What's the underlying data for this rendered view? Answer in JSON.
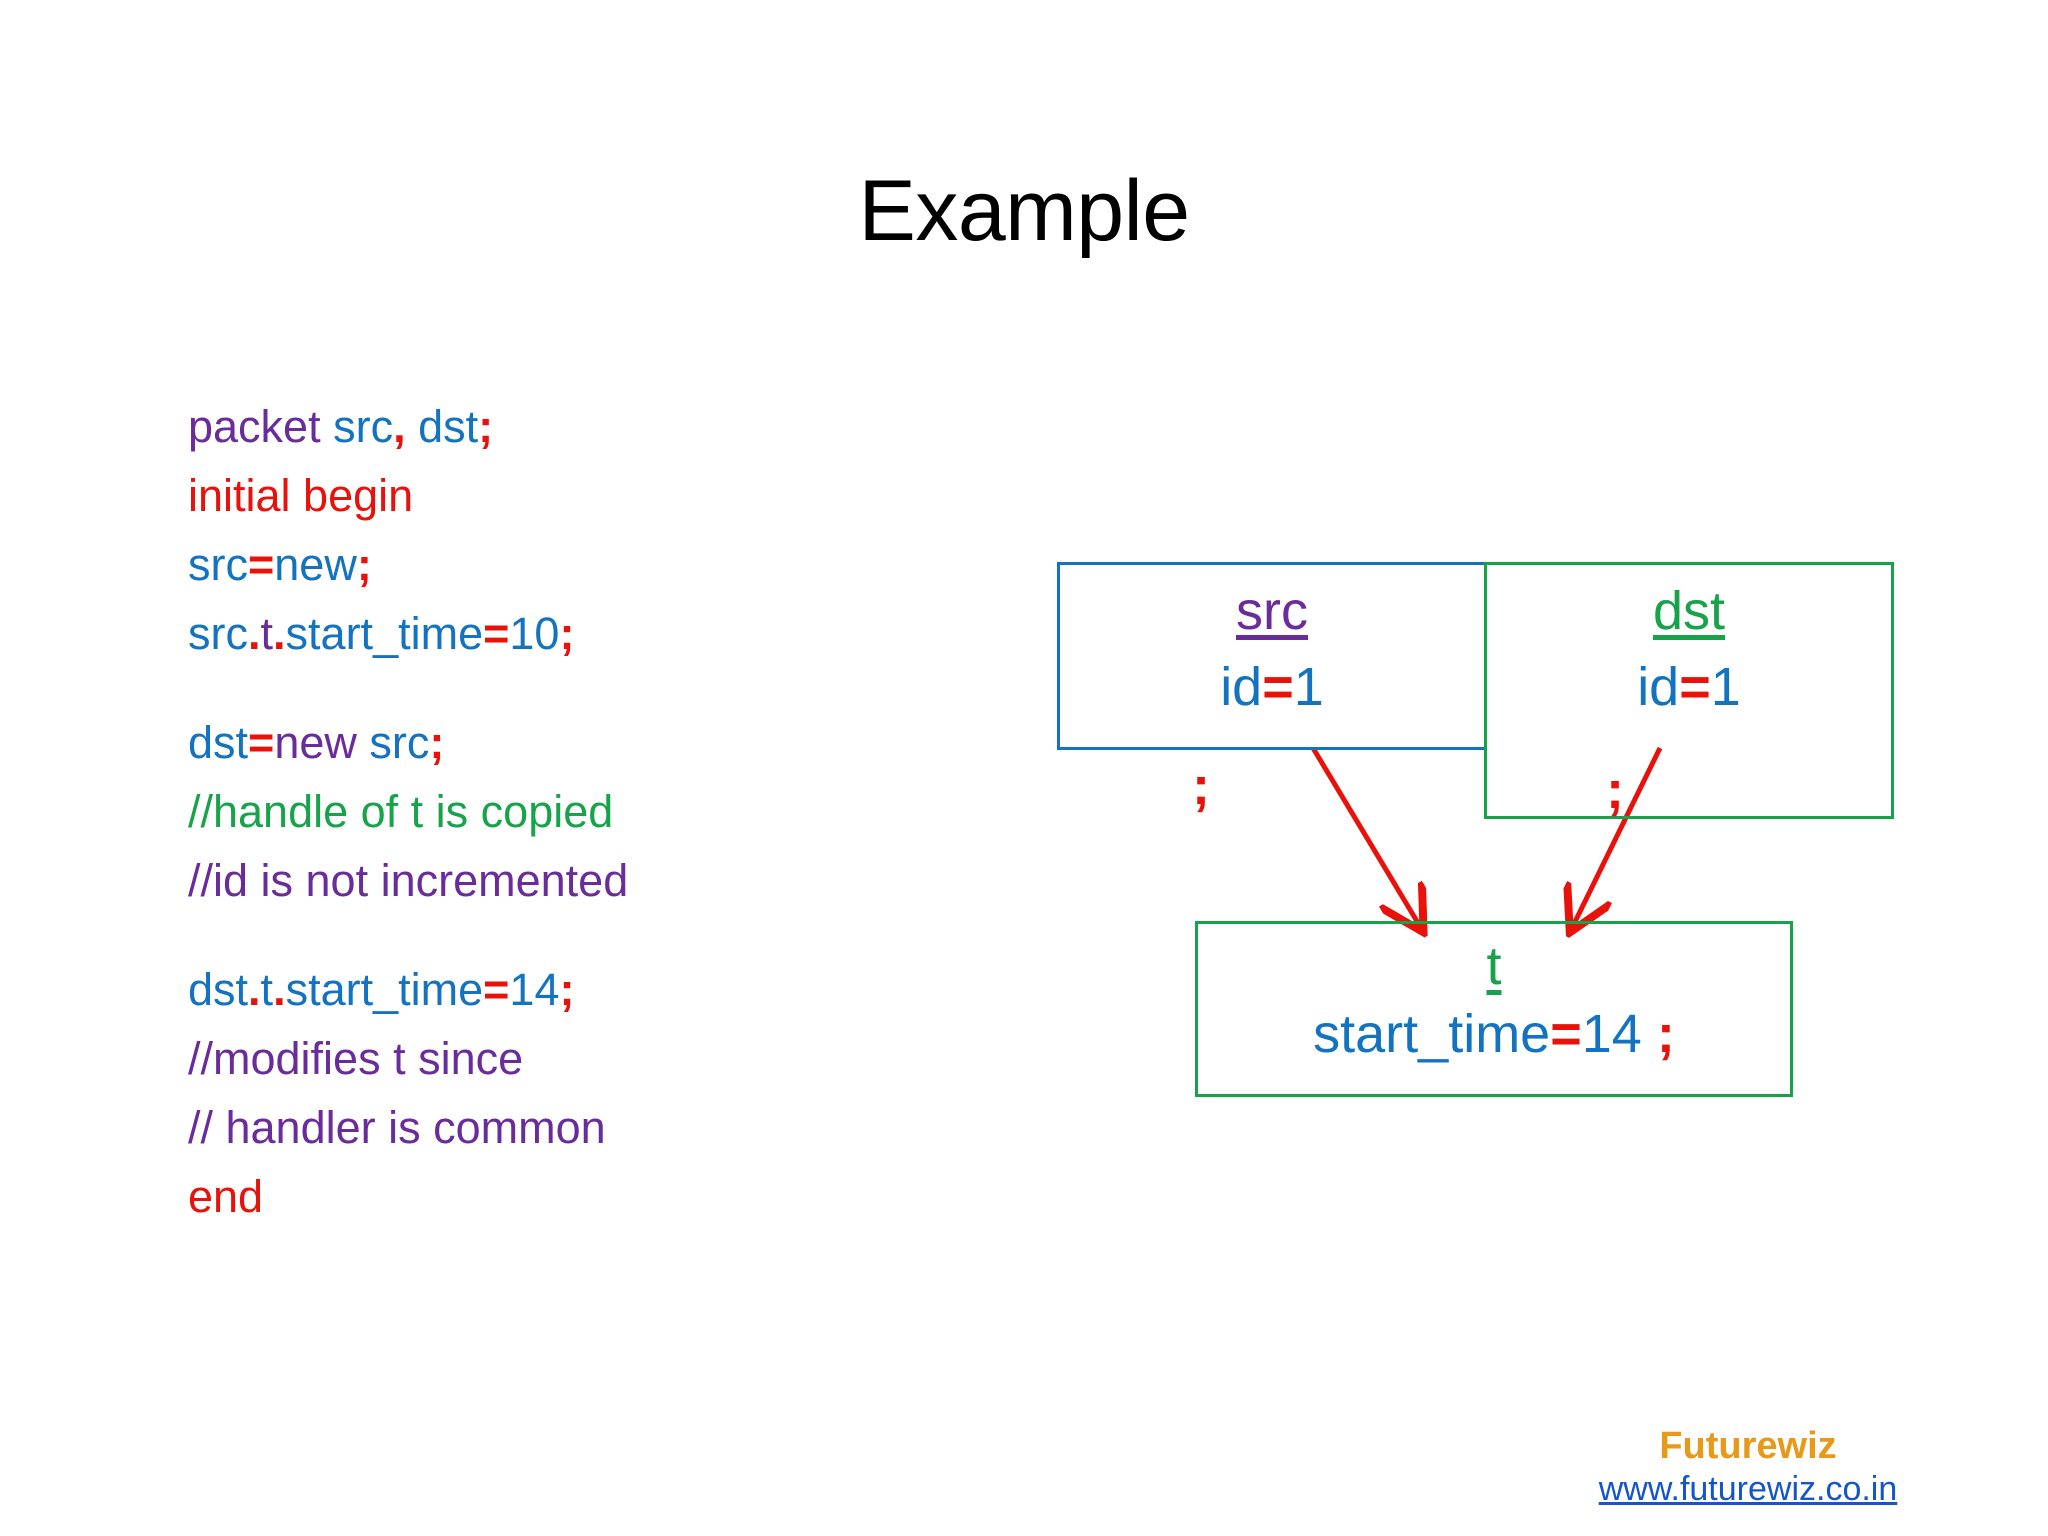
{
  "slide": {
    "title": "Example"
  },
  "code": {
    "blocks": [
      {
        "id": "block-1",
        "lines": [
          {
            "id": "line-1",
            "text": "packet src, dst;",
            "tokens": [
              {
                "t": "packet",
                "c": "type"
              },
              {
                "t": " ",
                "c": "plain"
              },
              {
                "t": "src",
                "c": "ident"
              },
              {
                "t": ",",
                "c": "punc"
              },
              {
                "t": " ",
                "c": "plain"
              },
              {
                "t": "dst",
                "c": "ident"
              },
              {
                "t": ";",
                "c": "punc"
              }
            ]
          },
          {
            "id": "line-2",
            "text": "initial begin",
            "tokens": [
              {
                "t": "initial begin",
                "c": "kw"
              }
            ]
          },
          {
            "id": "line-3",
            "text": "src=new;",
            "tokens": [
              {
                "t": "src",
                "c": "ident"
              },
              {
                "t": "=",
                "c": "punc"
              },
              {
                "t": "new",
                "c": "ident"
              },
              {
                "t": ";",
                "c": "punc"
              }
            ]
          },
          {
            "id": "line-4",
            "text": "src.t.start_time=10;",
            "tokens": [
              {
                "t": "src",
                "c": "ident"
              },
              {
                "t": ".",
                "c": "punc"
              },
              {
                "t": "t",
                "c": "type"
              },
              {
                "t": ".",
                "c": "punc"
              },
              {
                "t": "start_time",
                "c": "ident"
              },
              {
                "t": "=",
                "c": "punc"
              },
              {
                "t": "10",
                "c": "num"
              },
              {
                "t": ";",
                "c": "punc"
              }
            ]
          }
        ]
      },
      {
        "id": "block-2",
        "lines": [
          {
            "id": "line-5",
            "text": "dst=new src;",
            "tokens": [
              {
                "t": "dst",
                "c": "ident"
              },
              {
                "t": "=",
                "c": "punc"
              },
              {
                "t": "new",
                "c": "type"
              },
              {
                "t": " ",
                "c": "plain"
              },
              {
                "t": "src",
                "c": "ident"
              },
              {
                "t": ";",
                "c": "punc"
              }
            ]
          },
          {
            "id": "line-6",
            "text": "//handle of t is copied",
            "tokens": [
              {
                "t": "//handle of t is copied",
                "c": "cmt-g"
              }
            ]
          },
          {
            "id": "line-7",
            "text": "//id is not incremented",
            "tokens": [
              {
                "t": "//id is not incremented",
                "c": "cmt-p"
              }
            ]
          }
        ]
      },
      {
        "id": "block-3",
        "lines": [
          {
            "id": "line-8",
            "text": "dst.t.start_time=14;",
            "tokens": [
              {
                "t": "dst",
                "c": "ident"
              },
              {
                "t": ".",
                "c": "punc"
              },
              {
                "t": "t",
                "c": "ident"
              },
              {
                "t": ".",
                "c": "punc"
              },
              {
                "t": "start_time",
                "c": "ident"
              },
              {
                "t": "=",
                "c": "punc"
              },
              {
                "t": "14",
                "c": "num"
              },
              {
                "t": ";",
                "c": "punc"
              }
            ]
          },
          {
            "id": "line-9",
            "text": "//modifies t since",
            "tokens": [
              {
                "t": "//modifies t since",
                "c": "cmt-p"
              }
            ]
          },
          {
            "id": "line-10",
            "text": "// handler is common end",
            "tokens": [
              {
                "t": "// handler is common ",
                "c": "cmt-p"
              },
              {
                "t": "end",
                "c": "kw"
              }
            ]
          }
        ]
      }
    ]
  },
  "diagram": {
    "boxes": [
      {
        "id": "box-src",
        "title": "src",
        "title_color": "#6B2C9B",
        "border_color": "#1473C0",
        "field_name": "id",
        "field_op": "=",
        "field_value": "1"
      },
      {
        "id": "box-dst",
        "title": "dst",
        "title_color": "#17A34A",
        "border_color": "#17A34A",
        "field_name": "id",
        "field_op": "=",
        "field_value": "1"
      },
      {
        "id": "box-t",
        "title": "t",
        "title_color": "#17A34A",
        "border_color": "#17A34A",
        "field_name": "start_time",
        "field_op": "=",
        "field_value": "14",
        "field_suffix": ";"
      }
    ],
    "stray_semicolons": [
      {
        "id": "semi-src",
        "text": ";"
      },
      {
        "id": "semi-dst",
        "text": ";"
      }
    ],
    "arrow_color": "#E8120B"
  },
  "footer": {
    "brand": "Futurewiz",
    "url": "www.futurewiz.co.in",
    "brand_color": "#E8991A",
    "url_color": "#1456C8"
  }
}
